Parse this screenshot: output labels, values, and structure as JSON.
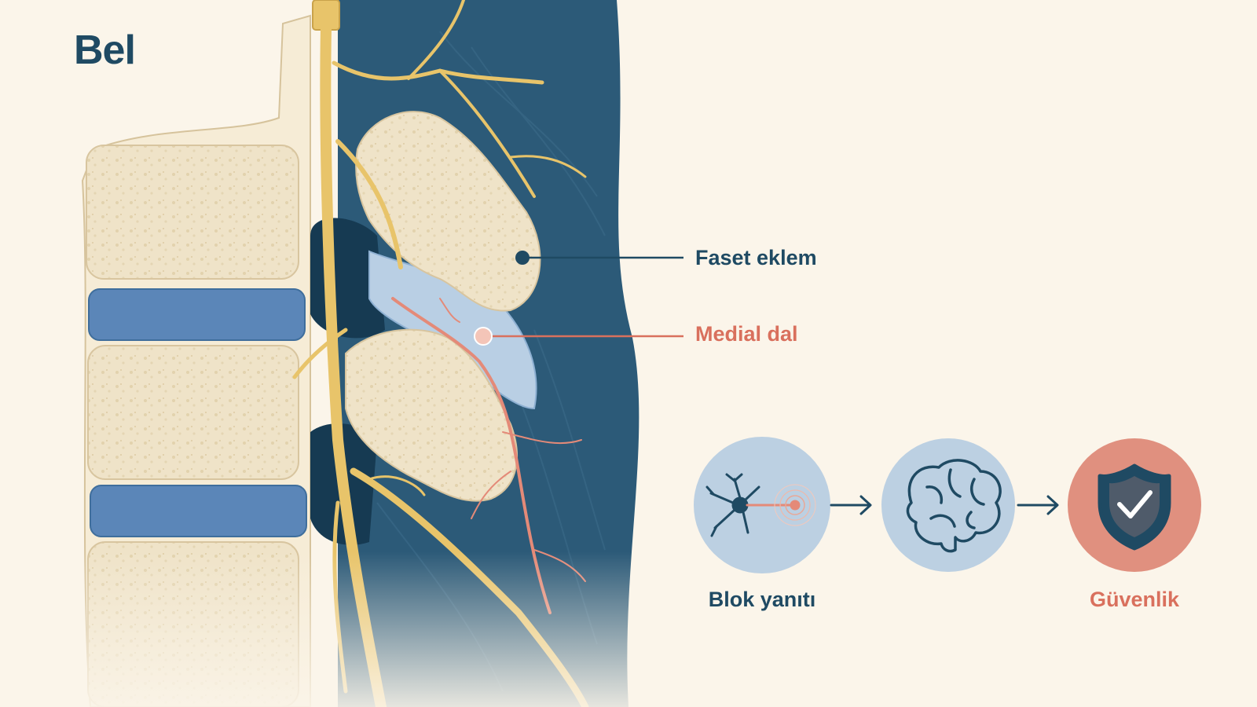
{
  "title": "Bel",
  "labels": {
    "facet_joint": "Faset eklem",
    "medial_branch": "Medial dal"
  },
  "steps": [
    {
      "icon": "neuron-signal-icon",
      "label": "Blok yanıtı"
    },
    {
      "icon": "brain-icon",
      "label": ""
    },
    {
      "icon": "shield-check-icon",
      "label": "Güvenlik"
    }
  ],
  "colors": {
    "background": "#fbf5ea",
    "navy": "#1f4a63",
    "muscle": "#2c5a78",
    "bone": "#ede0c4",
    "disc": "#5b86b8",
    "nerve": "#e8c46a",
    "medial_branch": "#e48a78",
    "accent_coral": "#d9705d",
    "circle_blue": "#bcd0e2",
    "circle_coral": "#e0907f"
  }
}
